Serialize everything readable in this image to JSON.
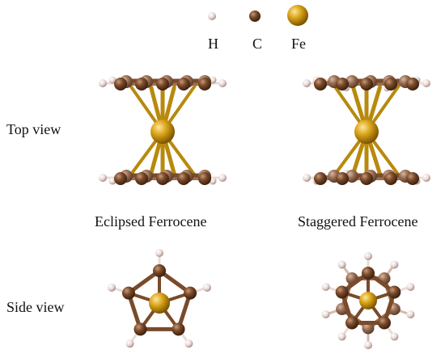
{
  "legend": [
    {
      "key": "h",
      "label": "H",
      "color": "#eadbd7"
    },
    {
      "key": "c",
      "label": "C",
      "color": "#7a4a2a"
    },
    {
      "key": "fe",
      "label": "Fe",
      "color": "#c9920f"
    }
  ],
  "labels": {
    "top_view": "Top view",
    "side_view": "Side view",
    "eclipsed": "Eclipsed Ferrocene",
    "staggered": "Staggered  Ferrocene"
  },
  "colors": {
    "fe": "#c9920f",
    "fe_bond": "#b8890c",
    "c": "#7a4a2a",
    "c_back": "#9a7056",
    "h": "#eadbd7",
    "h_back": "#d6b9ad"
  }
}
